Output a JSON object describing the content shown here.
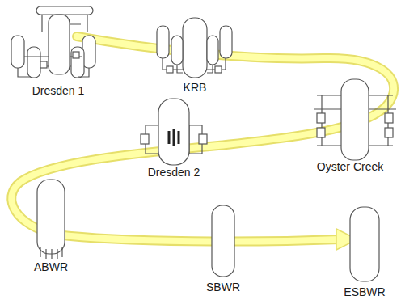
{
  "diagram": {
    "labels": [
      "Dresden 1",
      "KRB",
      "Oyster Creek",
      "Dresden 2",
      "ABWR",
      "SBWR",
      "ESBWR"
    ]
  }
}
